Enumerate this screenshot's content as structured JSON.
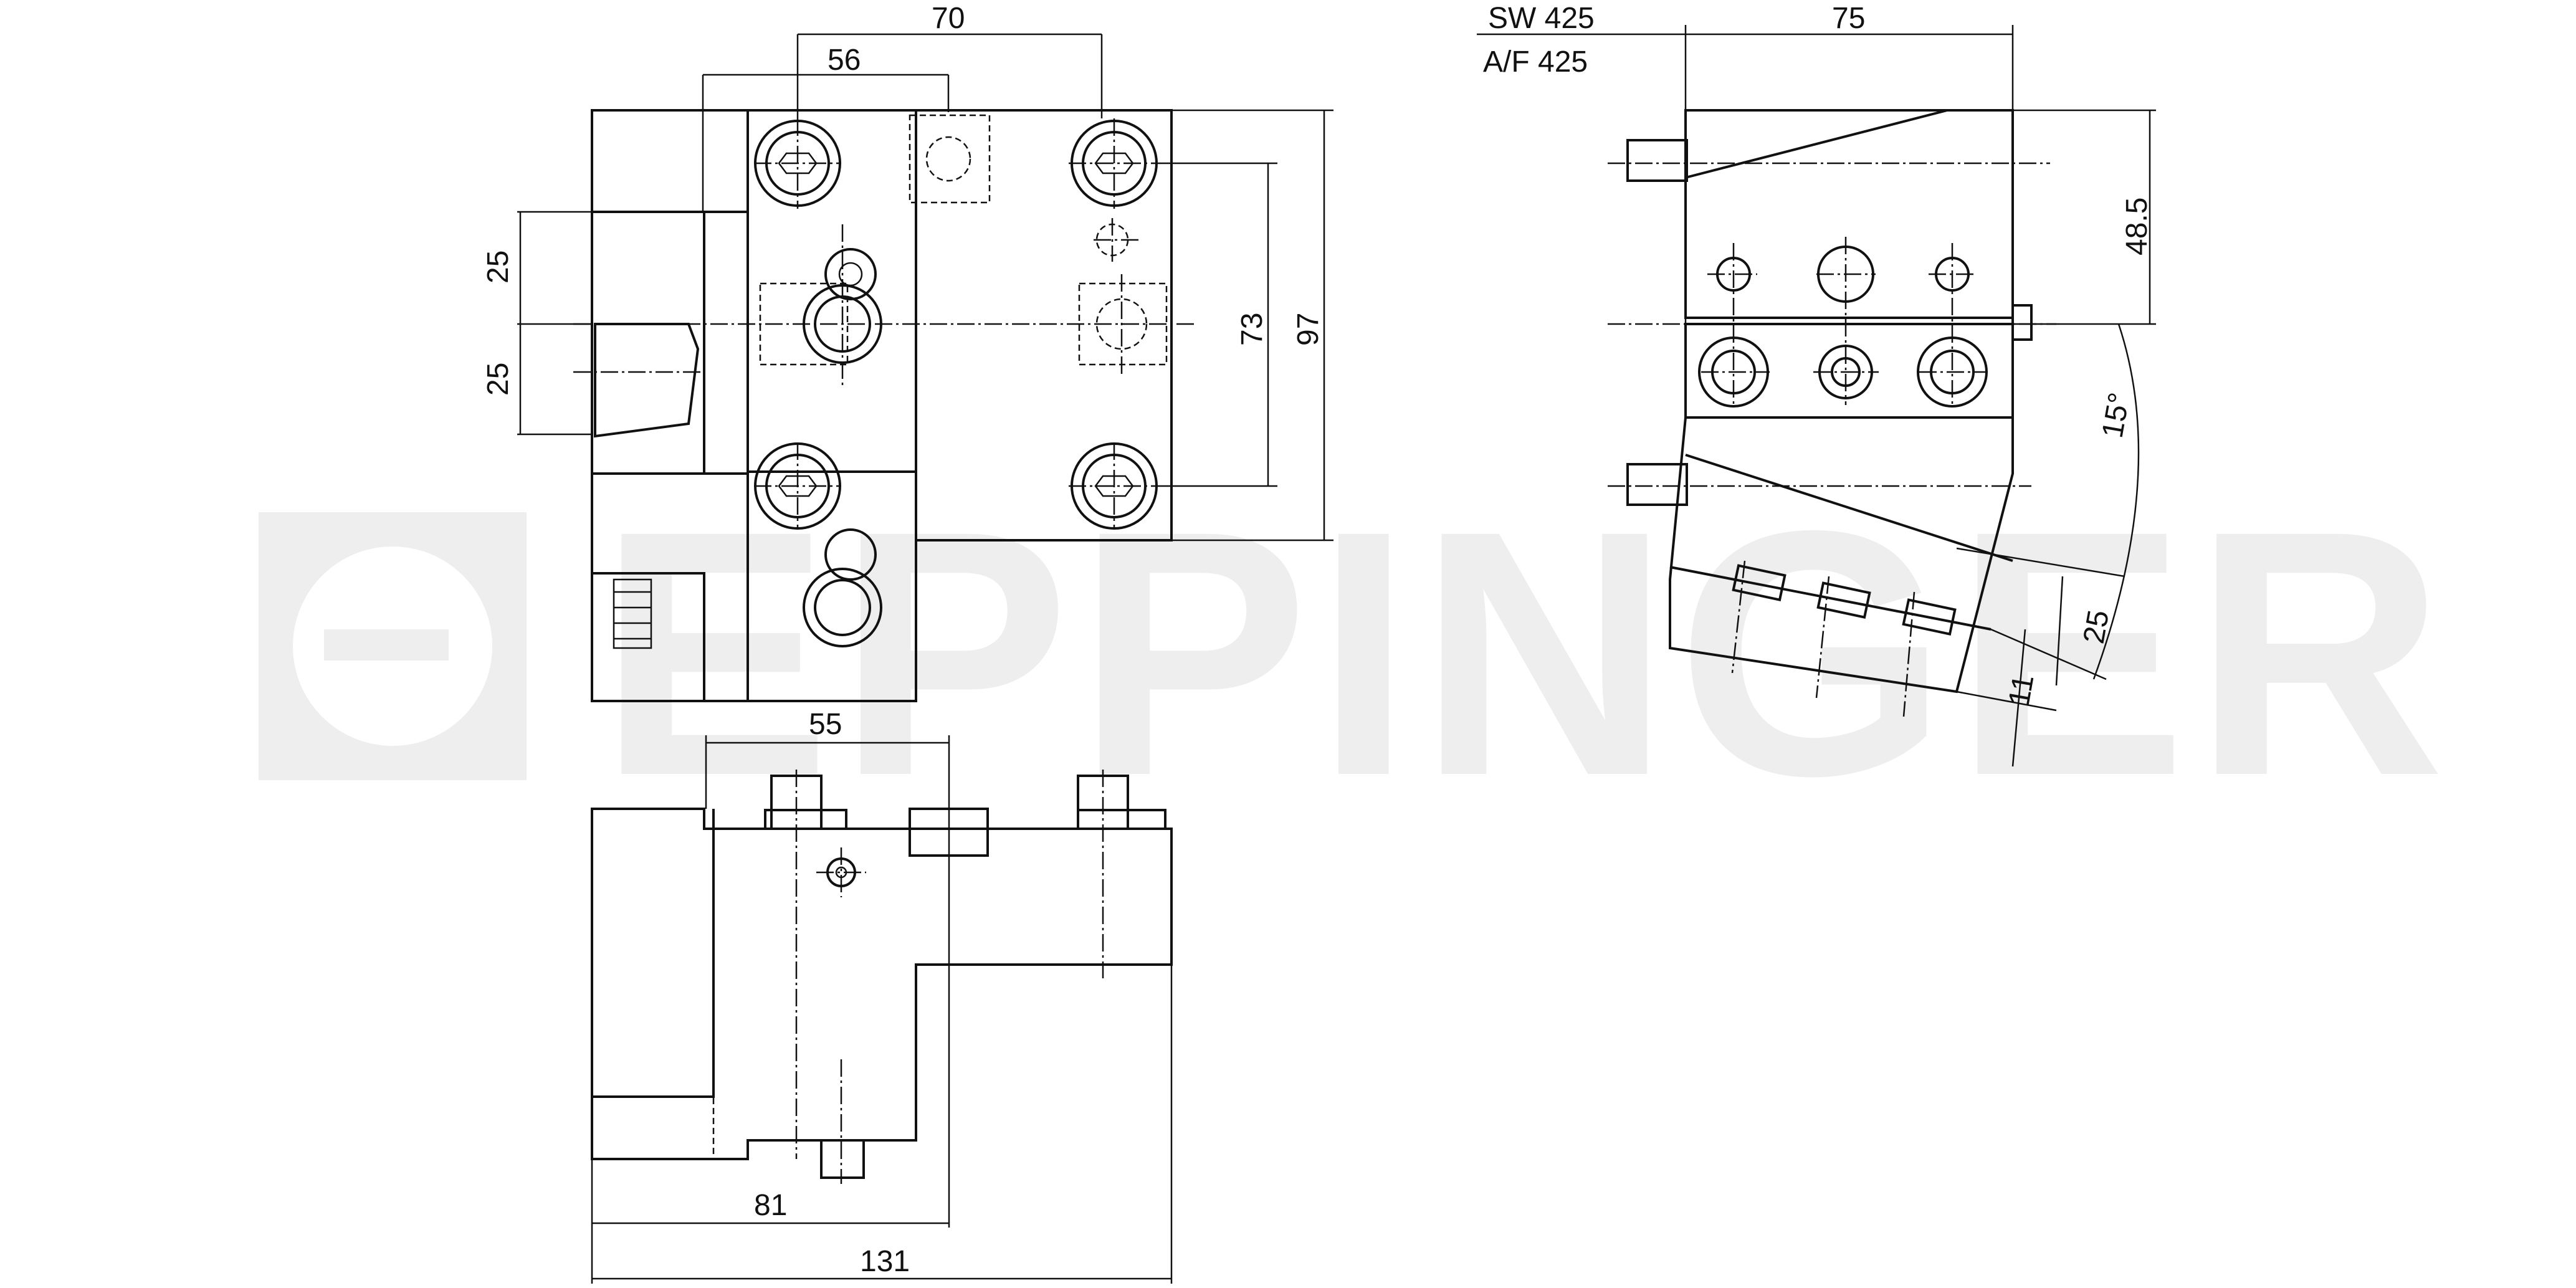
{
  "watermark": {
    "text": "EPPINGER",
    "color": "#eeeeee"
  },
  "dimensions": {
    "front_top_70": "70",
    "front_top_56": "56",
    "front_left_25_upper": "25",
    "front_left_25_lower": "25",
    "front_right_73": "73",
    "front_right_97": "97",
    "bottom_55": "55",
    "bottom_81": "81",
    "bottom_131": "131",
    "side_sw": "SW 425",
    "side_af": "A/F 425",
    "side_75": "75",
    "side_48_5": "48.5",
    "side_15deg": "15°",
    "side_25": "25",
    "side_11": "11"
  },
  "colors": {
    "line": "#111111",
    "background": "#ffffff"
  }
}
